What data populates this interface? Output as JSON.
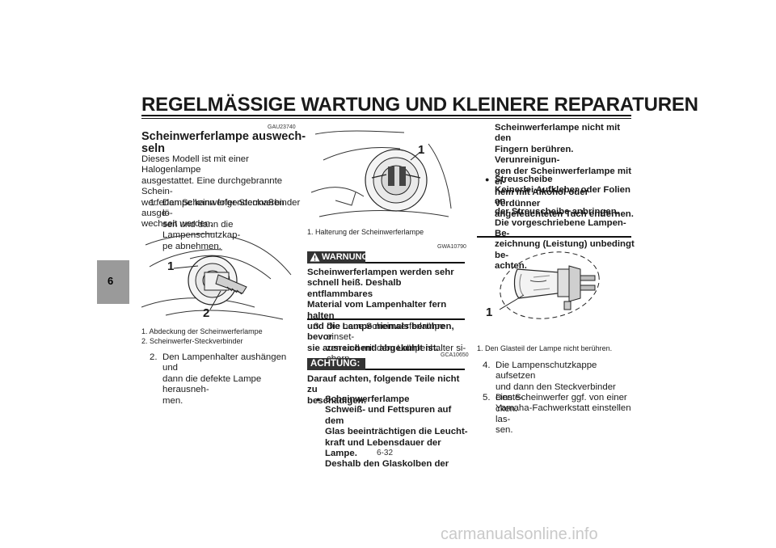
{
  "header": {
    "title": "REGELMÄSSIGE WARTUNG UND KLEINERE REPARATUREN"
  },
  "tab": {
    "number": "6"
  },
  "left_col": {
    "ref_code": "GAU23740",
    "title_line1": "Scheinwerferlampe auswech-",
    "title_line2": "seln",
    "intro_lines": [
      "Dieses Modell ist mit einer Halogenlampe",
      "ausgestattet. Eine durchgebrannte Schein-",
      "werferlampe kann folgendermaßen ausge-",
      "wechselt werden."
    ],
    "step1": {
      "num": "1.",
      "lines": [
        "Den Scheinwerfer-Steckverbinder lö-",
        "sen und dann die Lampenschutzkap-",
        "pe abnehmen."
      ]
    },
    "figure1": {
      "callout1": "1",
      "callout2": "2"
    },
    "captions": [
      "1.  Abdeckung der Scheinwerferlampe",
      "2.  Scheinwerfer-Steckverbinder"
    ],
    "step2": {
      "num": "2.",
      "lines": [
        "Den Lampenhalter aushängen und",
        "dann die defekte Lampe herausneh-",
        "men."
      ]
    }
  },
  "mid_col": {
    "figure2": {
      "callout1": "1"
    },
    "caption": "1.  Halterung der Scheinwerferlampe",
    "warn_ref": "GWA10790",
    "warn_label": "WARNUNG",
    "warn_lines": [
      "Scheinwerferlampen werden sehr",
      "schnell heiß. Deshalb entflammbares",
      "Material vom Lampenhalter fern halten",
      "und die Lampe niemals berühren, bevor",
      "sie ausreichend abgekühlt ist."
    ],
    "step3": {
      "num": "3.",
      "lines": [
        "Die neue Scheinwerferlampe einset-",
        "zen und mit dem Lampenhalter si-",
        "chern."
      ]
    },
    "caution_ref": "GCA10650",
    "caution_label": "ACHTUNG:",
    "caution_lines": [
      "Darauf achten, folgende Teile nicht zu",
      "beschädigen:"
    ],
    "bullet1_lines": [
      "Scheinwerferlampe",
      "Schweiß- und Fettspuren auf dem",
      "Glas beeinträchtigen die Leucht-",
      "kraft und Lebensdauer der Lampe.",
      "Deshalb den Glaskolben der"
    ]
  },
  "right_col": {
    "cont_lines": [
      "Scheinwerferlampe nicht mit den",
      "Fingern berühren. Verunreinigun-",
      "gen der Scheinwerferlampe mit ei-",
      "nem mit Alkohol oder Verdünner",
      "angefeuchteten Tuch entfernen."
    ],
    "bullet2_lines": [
      "Streuscheibe",
      "Keinerlei Aufkleber oder Folien an",
      "der Streuscheibe anbringen.",
      "Die vorgeschriebene Lampen-Be-",
      "zeichnung (Leistung) unbedingt be-",
      "achten."
    ],
    "figure3": {
      "callout1": "1"
    },
    "caption": "1.  Den Glasteil der Lampe nicht berühren.",
    "step4": {
      "num": "4.",
      "lines": [
        "Die Lampenschutzkappe aufsetzen",
        "und dann den Steckverbinder einste-",
        "cken."
      ]
    },
    "step5": {
      "num": "5.",
      "lines": [
        "Den Scheinwerfer ggf. von einer",
        "Yamaha-Fachwerkstatt einstellen las-",
        "sen."
      ]
    }
  },
  "footer": {
    "page": "6-32"
  },
  "watermark": {
    "text": "carmanualsonline.info"
  }
}
